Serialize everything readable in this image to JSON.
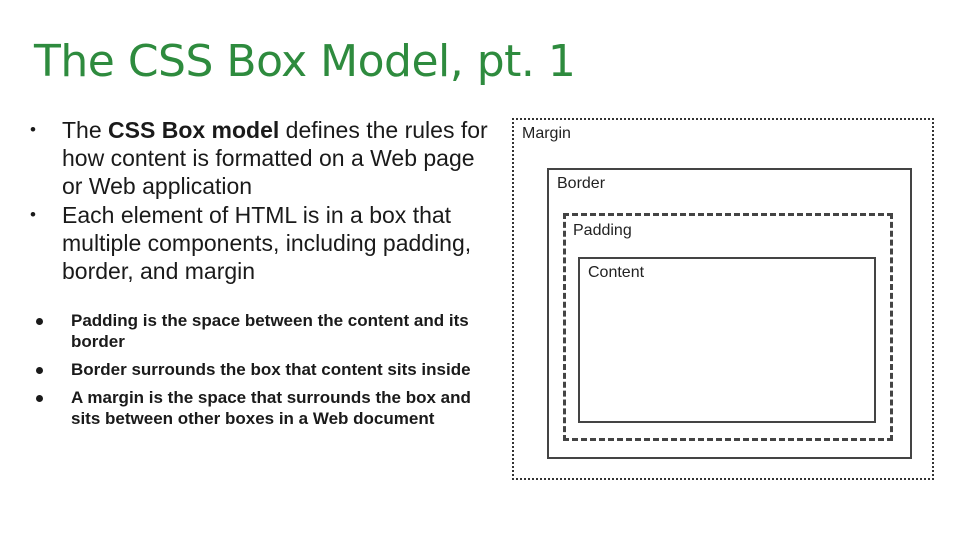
{
  "title": "The CSS Box Model, pt. 1",
  "bullets": [
    {
      "pre": "The ",
      "strong": "CSS Box model",
      "post": " defines the rules for how content is formatted on a Web page or Web application"
    },
    {
      "pre": "Each element of HTML is in a box that multiple components, including padding, border, and margin",
      "strong": "",
      "post": ""
    }
  ],
  "sub_bullets": [
    "Padding is the space between the content and its border",
    "Border surrounds the box that content sits inside",
    "A margin is the space that surrounds the box and sits between other boxes in a Web document"
  ],
  "diagram": {
    "margin_label": "Margin",
    "border_label": "Border",
    "padding_label": "Padding",
    "content_label": "Content"
  }
}
